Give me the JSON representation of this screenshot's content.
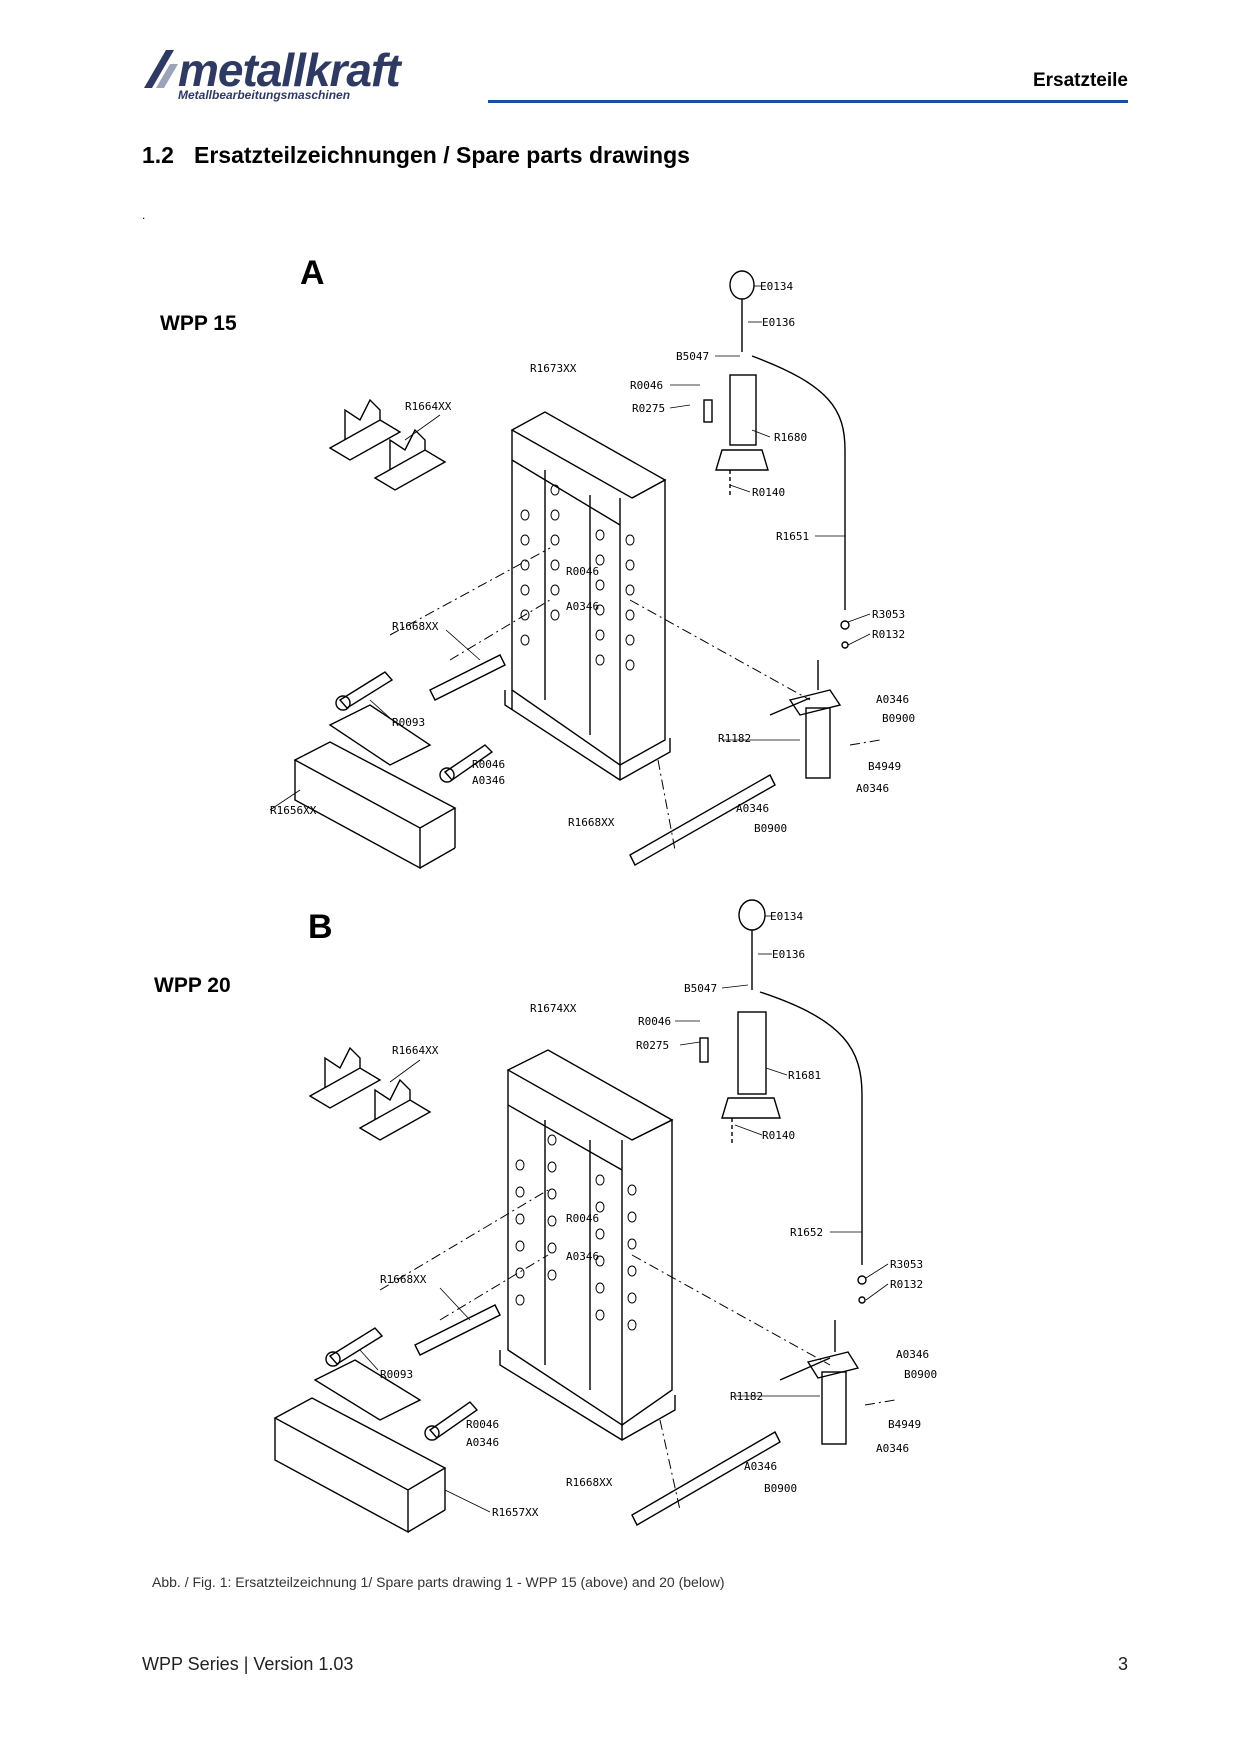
{
  "header": {
    "brand": "metallkraft",
    "brand_tagline": "Metallbearbeitungsmaschinen",
    "section": "Ersatzteile"
  },
  "heading": {
    "number": "1.2",
    "title": "Ersatzteilzeichnungen / Spare parts drawings"
  },
  "stray_mark": ".",
  "figure_a": {
    "letter": "A",
    "model": "WPP 15",
    "labels": {
      "E0134": "E0134",
      "E0136": "E0136",
      "B5047": "B5047",
      "R1673XX": "R1673XX",
      "R0046_top": "R0046",
      "R0275": "R0275",
      "R1664XX": "R1664XX",
      "R1680": "R1680",
      "R0140": "R0140",
      "R1651": "R1651",
      "R0046_mid": "R0046",
      "A0346_mid": "A0346",
      "R1668XX_left": "R1668XX",
      "R3053": "R3053",
      "R0132": "R0132",
      "R0093": "R0093",
      "A0346_r1": "A0346",
      "B0900_r1": "B0900",
      "R1182": "R1182",
      "R0046_low": "R0046",
      "A0346_low": "A0346",
      "B4949": "B4949",
      "A0346_r2": "A0346",
      "R1656XX": "R1656XX",
      "A0346_bot": "A0346",
      "R1668XX_bot": "R1668XX",
      "B0900_bot": "B0900"
    }
  },
  "figure_b": {
    "letter": "B",
    "model": "WPP 20",
    "labels": {
      "E0134": "E0134",
      "E0136": "E0136",
      "B5047": "B5047",
      "R1674XX": "R1674XX",
      "R0046_top": "R0046",
      "R0275": "R0275",
      "R1664XX": "R1664XX",
      "R1681": "R1681",
      "R0140": "R0140",
      "R1652": "R1652",
      "R0046_mid": "R0046",
      "A0346_mid": "A0346",
      "R1668XX_left": "R1668XX",
      "R3053": "R3053",
      "R0132": "R0132",
      "R0093": "R0093",
      "A0346_r1": "A0346",
      "B0900_r1": "B0900",
      "R1182": "R1182",
      "R0046_low": "R0046",
      "A0346_low": "A0346",
      "B4949": "B4949",
      "A0346_r2": "A0346",
      "R1657XX": "R1657XX",
      "A0346_bot": "A0346",
      "R1668XX_bot": "R1668XX",
      "B0900_bot": "B0900"
    }
  },
  "caption": "Abb. / Fig. 1: Ersatzteilzeichnung 1/ Spare parts drawing 1 -  WPP 15 (above) and 20 (below)",
  "footer": {
    "left": "WPP Series | Version 1.03",
    "page": "3"
  }
}
